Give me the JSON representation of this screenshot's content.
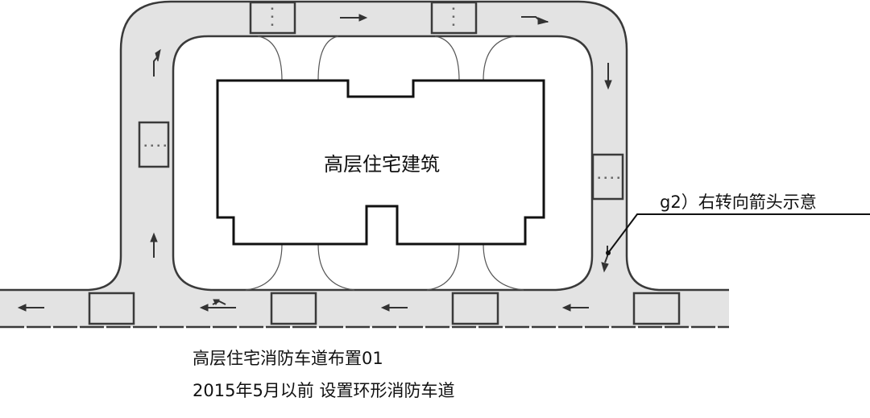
{
  "diagram": {
    "building_label": "高层住宅建筑",
    "callout_label": "g2）右转向箭头示意",
    "caption": {
      "line1": "高层住宅消防车道布置01",
      "line2": "2015年5月以前  设置环形消防车道"
    },
    "colors": {
      "road_fill": "#e3e3e3",
      "road_edge": "#3a3a3a",
      "building_outline": "#111111",
      "background": "#ffffff"
    },
    "icons": {
      "arrow_straight": "straight-arrow-icon",
      "arrow_turn_right": "right-turn-arrow-icon",
      "arrow_u_turn": "u-turn-arrow-icon",
      "parking_pad": "rescue-pad-icon"
    }
  }
}
